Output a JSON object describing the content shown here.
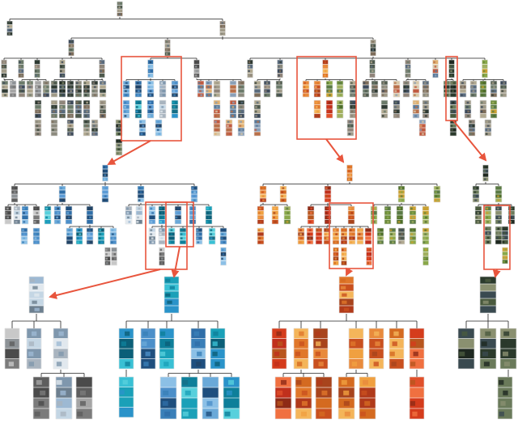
{
  "figure": {
    "accent_color": "#e8553d",
    "edge_color": "#222222",
    "node_kind": "image-thumbnail-strip"
  },
  "palettes": {
    "mixed": [
      "#6b7a6a",
      "#8c8a7e",
      "#4f5a4e",
      "#a09a88",
      "#3d4a5a",
      "#7d6d5a",
      "#5a6b7d",
      "#b0a890",
      "#2f3a33",
      "#90857a"
    ],
    "gray": [
      "#7b7b7b",
      "#a5a5a5",
      "#5e5e5e",
      "#c8c8c8",
      "#8d9296",
      "#4b4b4b"
    ],
    "blue": [
      "#2f6ea8",
      "#4c8fc9",
      "#1f4f7e",
      "#6aa9d8",
      "#3a7fb8",
      "#8cc0e6",
      "#224466",
      "#5b9bd5"
    ],
    "sky": [
      "#9db9d3",
      "#c4d6e4",
      "#7f97ad",
      "#e1e8ee",
      "#a9b4bf",
      "#6d7f8f"
    ],
    "teal": [
      "#1aa0b8",
      "#0e7f9a",
      "#39c0d4",
      "#156f86",
      "#2a93c9",
      "#58d0dc",
      "#0b5f78"
    ],
    "orange": [
      "#e0772a",
      "#c9501e",
      "#f0a040",
      "#b03a1a",
      "#e88a3c",
      "#d46a20",
      "#f4b55a",
      "#a8441c"
    ],
    "red": [
      "#c0301c",
      "#e0502a",
      "#8e2a16",
      "#f07040",
      "#d43c1c",
      "#b8561e"
    ],
    "green": [
      "#6a8a3a",
      "#8aa84a",
      "#4e6e2a",
      "#a0b060",
      "#5a7a44",
      "#c9a030"
    ],
    "dark": [
      "#2b3a2c",
      "#4a5a3e",
      "#1e2820",
      "#6a7a5a",
      "#3a4a50",
      "#8a9070"
    ],
    "colorful": [
      "#d8c8a8",
      "#c05a40",
      "#5a7a9a",
      "#e0b070",
      "#8aa0b8",
      "#b8704a"
    ]
  },
  "panels": [
    {
      "id": "overview",
      "root": {
        "palette": "mixed"
      },
      "levels": [
        [
          "mixed",
          "mixed",
          "mixed",
          "blue",
          "mixed",
          "mixed",
          "mixed",
          "orange",
          "mixed",
          "mixed",
          "colorful",
          "dark",
          "mixed"
        ],
        [
          "mixed",
          "gray",
          "blue",
          "mixed",
          "orange",
          "green",
          "colorful",
          "mixed"
        ]
      ],
      "highlights": [
        "blue-branch",
        "orange-branch",
        "dark-branch"
      ]
    },
    {
      "id": "blue-subtree",
      "root": {
        "palette": "blue"
      },
      "clusters": [
        "gray",
        "blue",
        "sky",
        "teal",
        "blue",
        "sky",
        "teal",
        "blue"
      ]
    },
    {
      "id": "orange-subtree",
      "root": {
        "palette": "orange"
      },
      "clusters": [
        "orange",
        "red",
        "orange",
        "green",
        "orange",
        "red",
        "green",
        "orange"
      ]
    },
    {
      "id": "dark-subtree",
      "root": {
        "palette": "dark"
      },
      "clusters": [
        "dark",
        "dark",
        "green",
        "dark"
      ]
    },
    {
      "id": "sky-leaf-tree",
      "root": {
        "palette": "sky"
      },
      "clusters": [
        "sky",
        "gray",
        "sky",
        "gray",
        "sky",
        "gray"
      ]
    },
    {
      "id": "teal-leaf-tree",
      "root": {
        "palette": "teal"
      },
      "clusters": [
        "teal",
        "blue",
        "teal",
        "teal",
        "blue",
        "teal",
        "teal",
        "blue",
        "teal"
      ]
    },
    {
      "id": "orange-leaf-tree",
      "root": {
        "palette": "orange"
      },
      "clusters": [
        "red",
        "orange",
        "orange",
        "orange",
        "red",
        "orange",
        "red",
        "orange"
      ]
    },
    {
      "id": "dark-leaf-tree",
      "root": {
        "palette": "dark"
      },
      "clusters": [
        "dark",
        "dark",
        "dark",
        "dark",
        "dark"
      ]
    }
  ]
}
